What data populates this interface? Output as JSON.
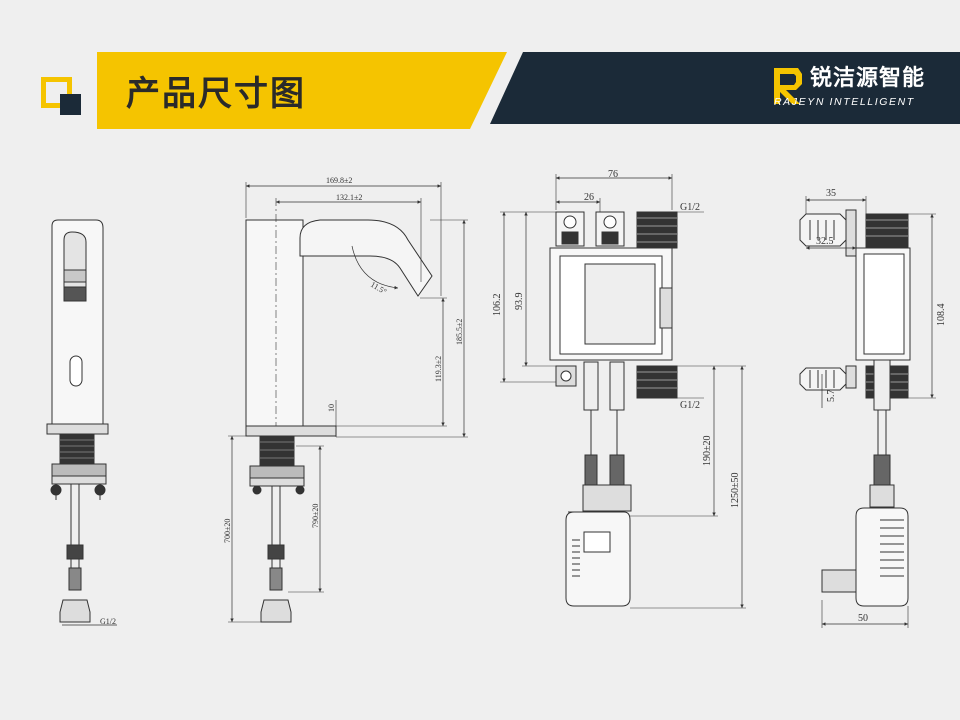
{
  "header": {
    "title": "产品尺寸图",
    "brand_name": "锐洁源智能",
    "brand_subtitle": "RAJEYN INTELLIGENT",
    "colors": {
      "accent": "#f5c400",
      "dark": "#1b2a38",
      "background": "#efefef"
    },
    "icons": {
      "left_mark": "square-logo-icon",
      "brand_mark": "brand-r-logo-icon"
    }
  },
  "diagram": {
    "faucet_front": {
      "thread_label": "G1/2"
    },
    "faucet_side": {
      "overall_width": "169.8±2",
      "spout_reach": "132.1±2",
      "spout_angle": "11.5°",
      "total_height": "185.5±2",
      "body_height": "119.3±2",
      "base_thickness": "10",
      "hose_long": "790±20",
      "hose_short": "700±20"
    },
    "control_box_front": {
      "width": "76",
      "inlet_spacing": "26",
      "height_outer": "106.2",
      "height_inner": "93.9",
      "thread_top": "G1/2",
      "thread_bottom": "G1/2",
      "cable_to_adapter": "190±20",
      "cable_total": "1250±50"
    },
    "control_box_side": {
      "depth": "35",
      "bracket": "32.5",
      "height": "108.4",
      "screw": "5.7",
      "adapter_width": "50"
    }
  }
}
